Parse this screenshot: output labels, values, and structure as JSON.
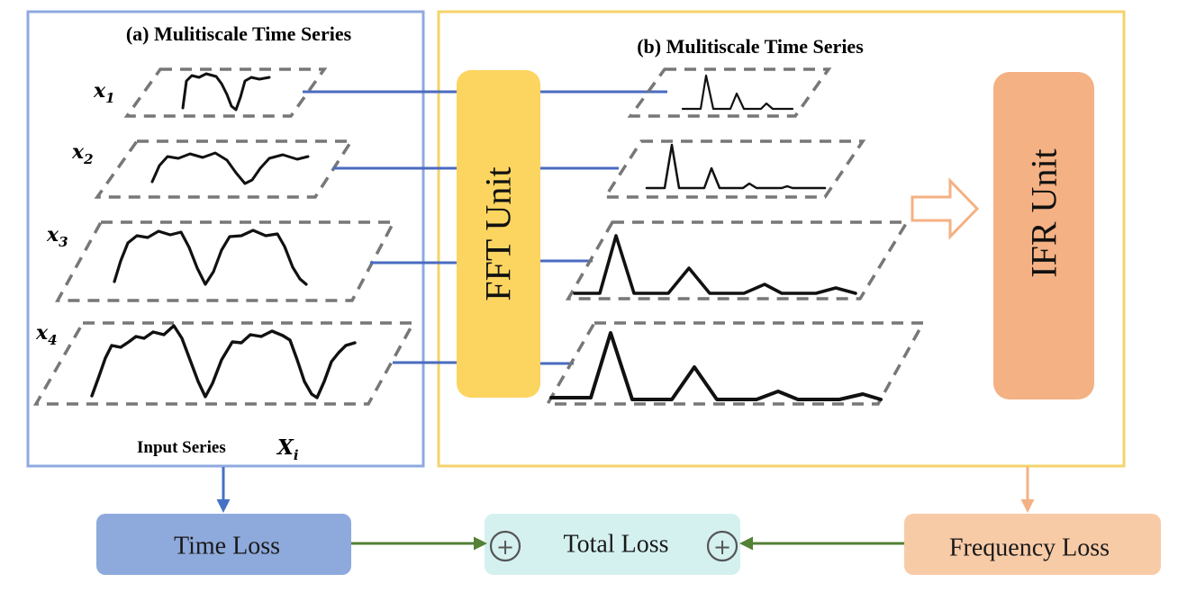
{
  "panel_a": {
    "title": "(a) Mulitiscale Time Series",
    "series_labels": [
      {
        "var": "x",
        "sub": "1"
      },
      {
        "var": "x",
        "sub": "2"
      },
      {
        "var": "x",
        "sub": "3"
      },
      {
        "var": "x",
        "sub": "4"
      }
    ],
    "input_label": "Input Series",
    "input_symbol": "X",
    "input_symbol_sub": "i"
  },
  "panel_b": {
    "title": "(b) Mulitiscale Time Series"
  },
  "fft_unit": {
    "label": "FFT Unit"
  },
  "ifr_unit": {
    "label": "IFR Unit"
  },
  "losses": {
    "time": "Time Loss",
    "total": "Total Loss",
    "frequency": "Frequency Loss",
    "plus_symbol": "+"
  },
  "colors": {
    "panel_a_border": "#8fa9e0",
    "panel_b_border": "#f5d36b",
    "fft_fill": "#fcd560",
    "ifr_fill": "#f4b183",
    "time_loss_fill": "#8eaadc",
    "total_loss_fill": "#d4f1f0",
    "frequency_loss_fill": "#f8cba7",
    "arrow_blue": "#4472c4",
    "arrow_green": "#538135",
    "arrow_orange": "#f4b183"
  }
}
